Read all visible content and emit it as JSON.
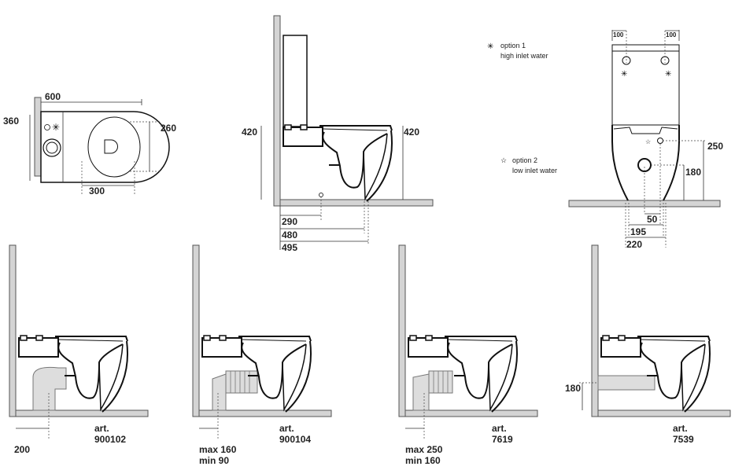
{
  "top_view": {
    "width": "600",
    "depth": "360",
    "seat": "260",
    "offset": "300"
  },
  "side_view": {
    "height_left": "420",
    "height_right": "420",
    "d1": "290",
    "d2": "480",
    "d3": "495"
  },
  "front_view": {
    "left_offset": "100",
    "right_offset": "100",
    "h_high": "250",
    "h_low": "180",
    "d_small": "50",
    "d_mid": "195",
    "d_wide": "220"
  },
  "legend": {
    "opt1_title": "option 1",
    "opt1_desc": "high inlet water",
    "opt2_title": "option 2",
    "opt2_desc": "low inlet water"
  },
  "panels": [
    {
      "art_label": "art.",
      "art_no": "900102",
      "dim1": "200"
    },
    {
      "art_label": "art.",
      "art_no": "900104",
      "dim1": "max 160",
      "dim2": "min  90"
    },
    {
      "art_label": "art.",
      "art_no": "7619",
      "dim1": "max 250",
      "dim2": "min 160"
    },
    {
      "art_label": "art.",
      "art_no": "7539",
      "dim1": "180"
    }
  ]
}
